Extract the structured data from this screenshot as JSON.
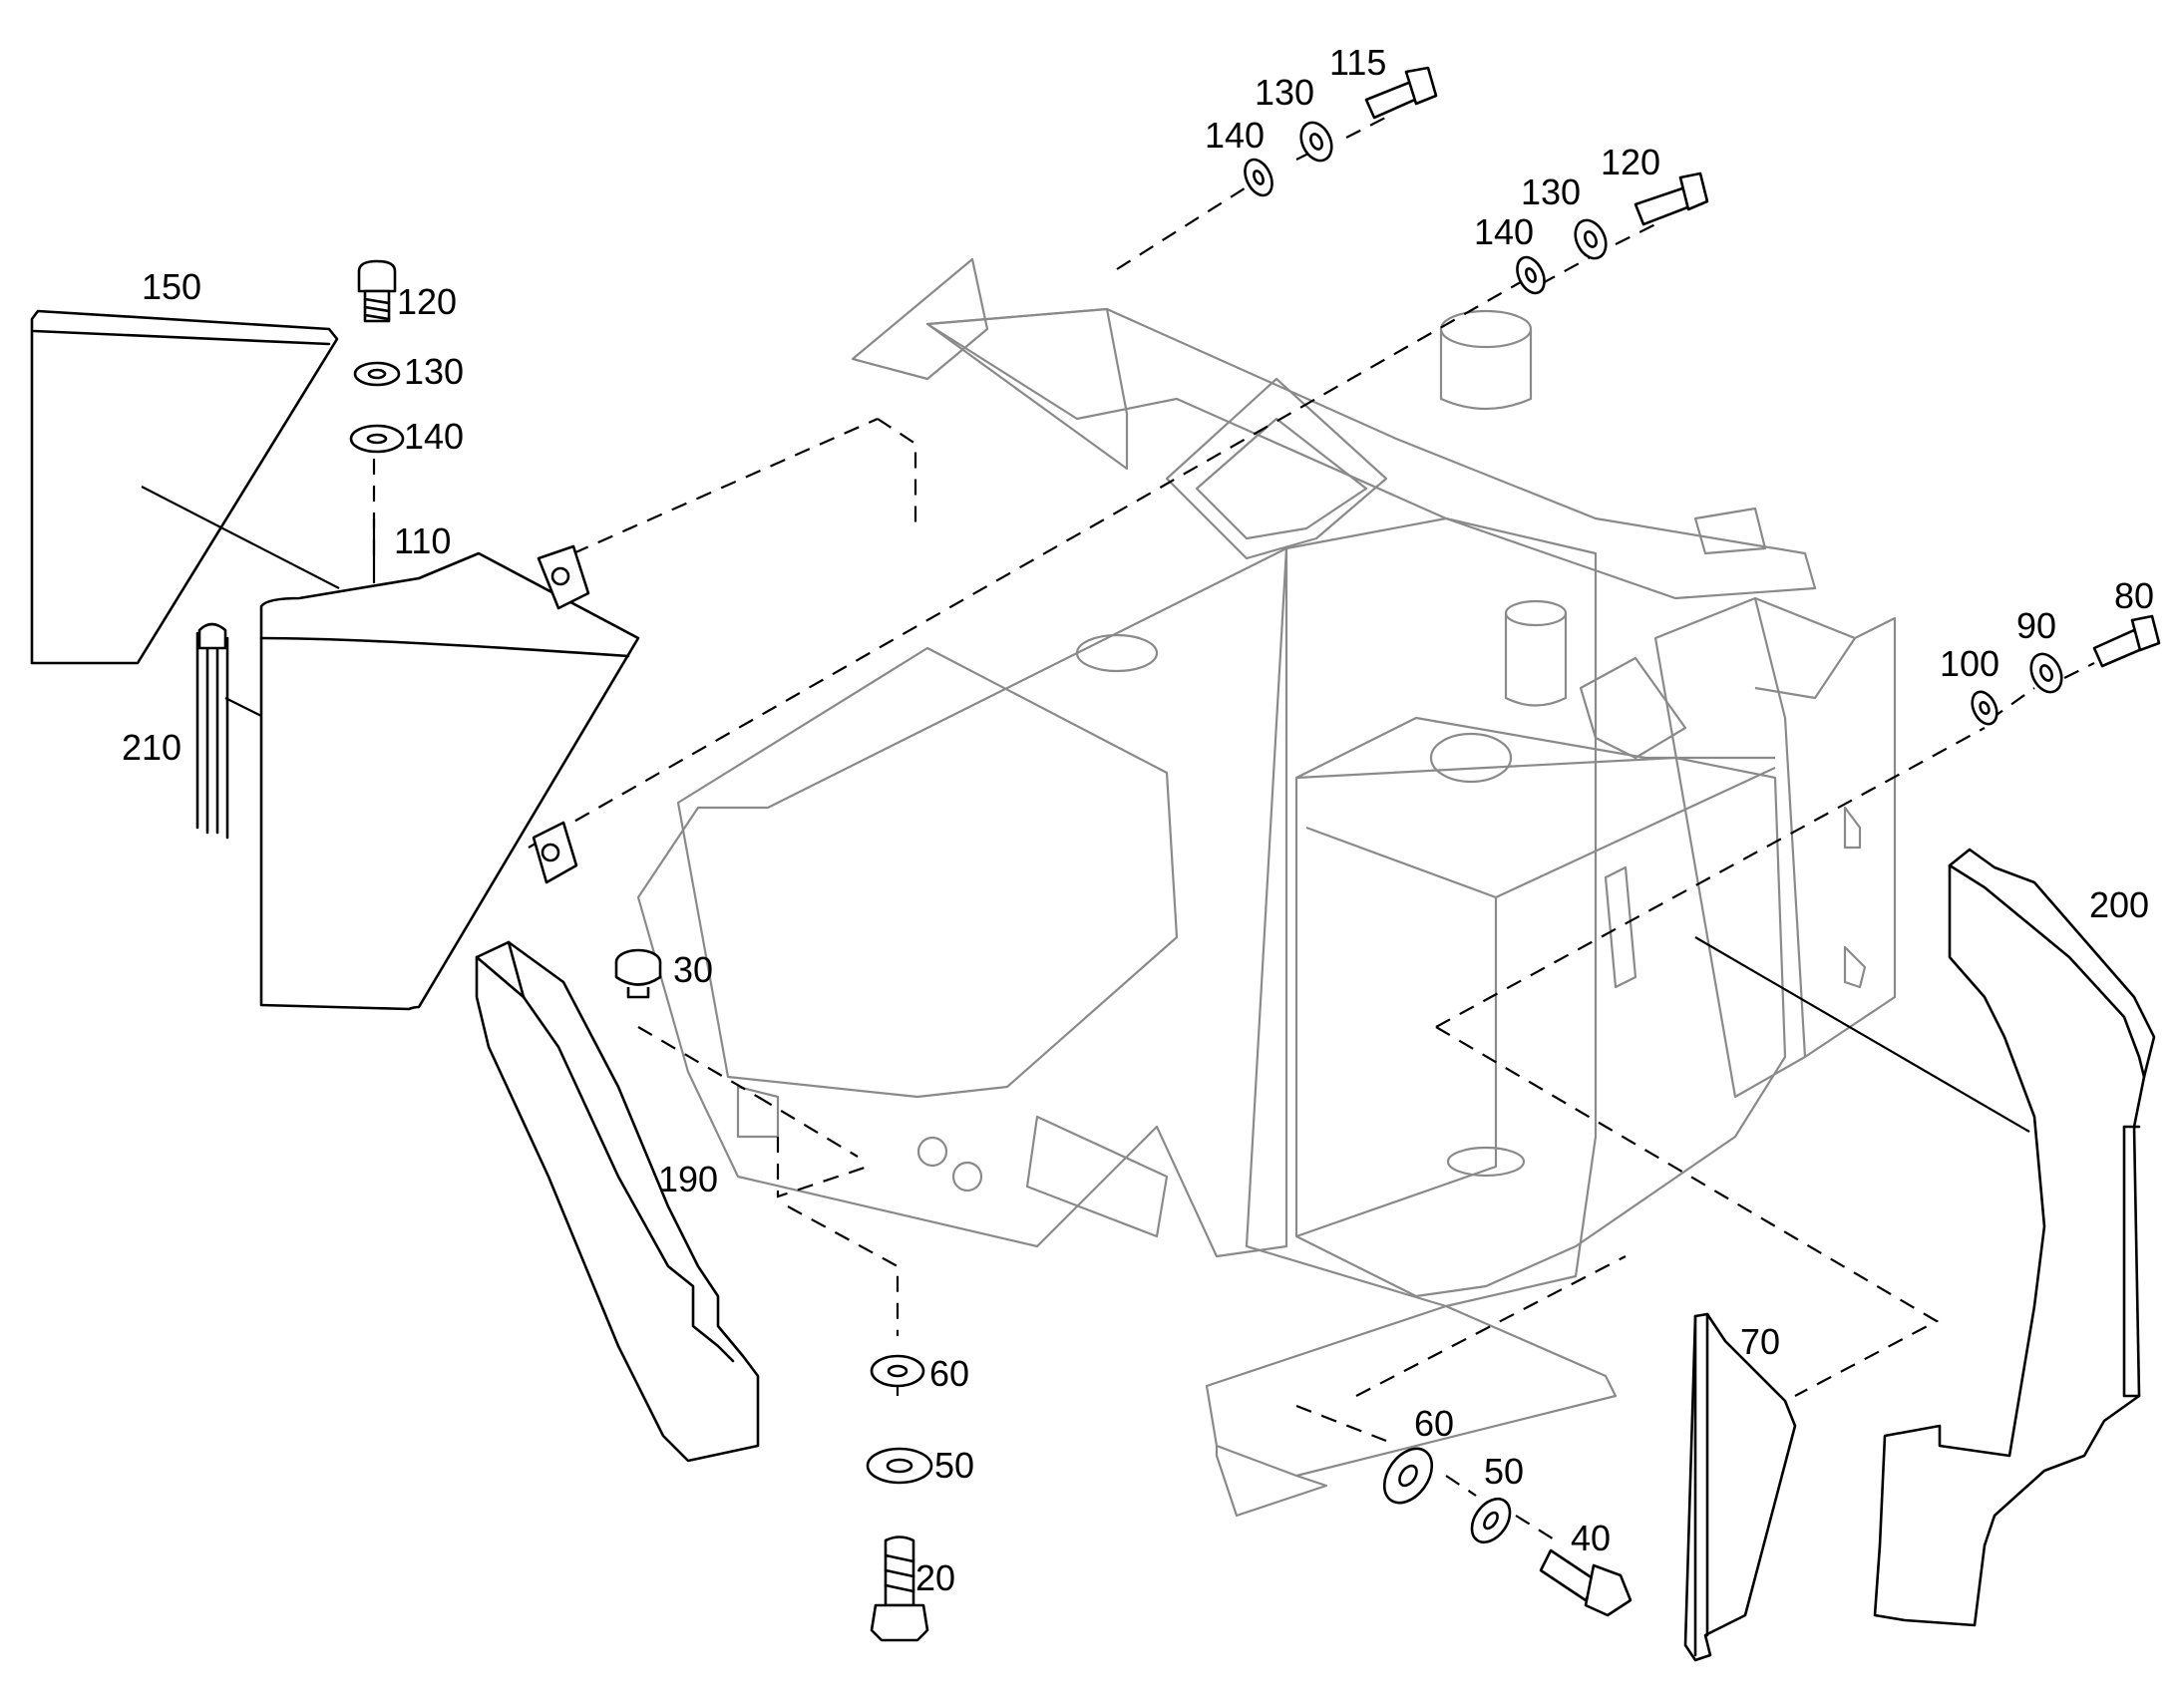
{
  "callouts": {
    "c150": "150",
    "c120a": "120",
    "c130a": "130",
    "c140a": "140",
    "c110": "110",
    "c210": "210",
    "c115": "115",
    "c130b": "130",
    "c140b": "140",
    "c120b": "120",
    "c130c": "130",
    "c140c": "140",
    "c80": "80",
    "c90": "90",
    "c100": "100",
    "c200": "200",
    "c30": "30",
    "c190": "190",
    "c60a": "60",
    "c50a": "50",
    "c20": "20",
    "c70": "70",
    "c60b": "60",
    "c50b": "50",
    "c40": "40"
  }
}
